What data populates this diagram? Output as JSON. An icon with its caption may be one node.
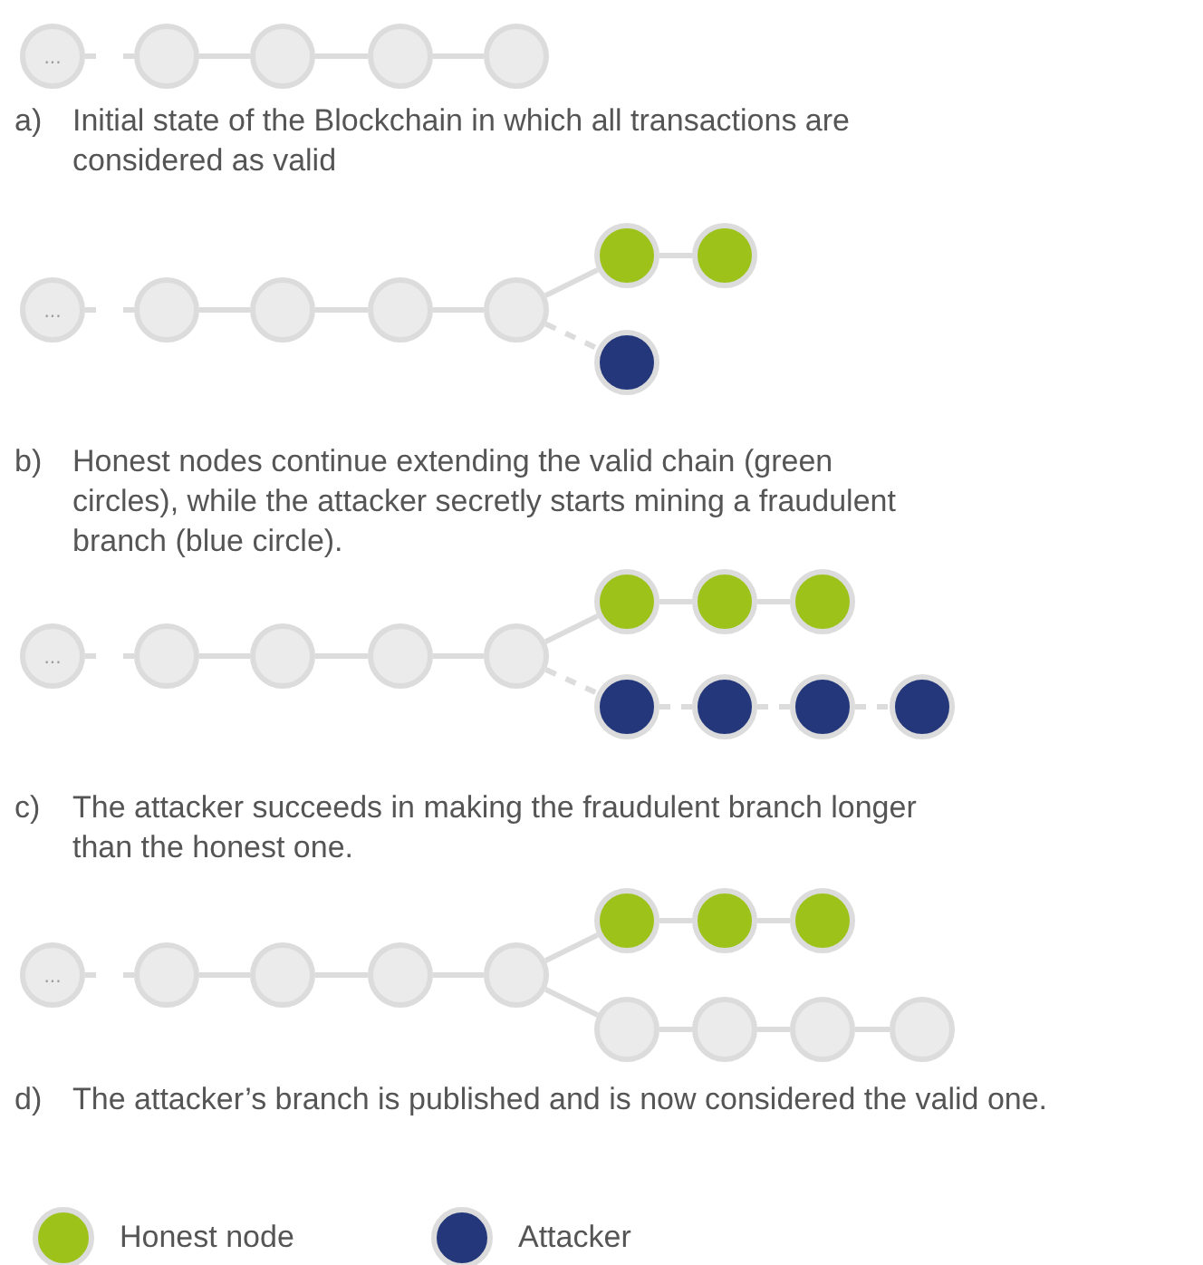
{
  "diagram": {
    "nodes": [
      {
        "text": [
          "..."
        ]
      },
      {
        "text": [],
        "shape": "circle"
      },
      {
        "text": [],
        "shape": "circle"
      },
      {
        "text": [],
        "shape": "circle"
      },
      {
        "text": [],
        "shape": "circle"
      },
      {
        "text": [
          "..."
        ]
      },
      {
        "text": [],
        "shape": "circle"
      },
      {
        "text": [],
        "shape": "circle"
      },
      {
        "text": [],
        "shape": "circle"
      },
      {
        "text": [],
        "shape": "circle"
      },
      {
        "text": [],
        "shape": "circle"
      },
      {
        "text": [],
        "shape": "circle"
      },
      {
        "text": [],
        "shape": "circle"
      },
      {
        "text": [
          "..."
        ]
      },
      {
        "text": [],
        "shape": "circle"
      },
      {
        "text": [],
        "shape": "circle"
      },
      {
        "text": [],
        "shape": "circle"
      },
      {
        "text": [],
        "shape": "circle"
      },
      {
        "text": [],
        "shape": "circle"
      },
      {
        "text": [],
        "shape": "circle"
      },
      {
        "text": [],
        "shape": "circle"
      },
      {
        "text": [],
        "shape": "circle"
      },
      {
        "text": [],
        "shape": "circle"
      },
      {
        "text": [],
        "shape": "circle"
      },
      {
        "text": [],
        "shape": "circle"
      },
      {
        "text": [
          "..."
        ]
      },
      {
        "text": [],
        "shape": "circle"
      },
      {
        "text": [],
        "shape": "circle"
      },
      {
        "text": [],
        "shape": "circle"
      },
      {
        "text": [],
        "shape": "circle"
      },
      {
        "text": [],
        "shape": "circle"
      },
      {
        "text": [],
        "shape": "circle"
      },
      {
        "text": [],
        "shape": "circle"
      },
      {
        "text": [],
        "shape": "circle"
      },
      {
        "text": [],
        "shape": "circle"
      },
      {
        "text": [],
        "shape": "circle"
      },
      {
        "text": [],
        "shape": "circle"
      }
    ],
    "edges": [
      {
        "from": 0,
        "to": null,
        "arrow": "none"
      },
      {
        "from": null,
        "to": 1,
        "arrow": "none"
      },
      {
        "from": 1,
        "to": 2,
        "arrow": "none"
      },
      {
        "from": 2,
        "to": 3,
        "arrow": "none"
      },
      {
        "from": 3,
        "to": 4,
        "arrow": "none"
      },
      {
        "from": 5,
        "to": null,
        "arrow": "none"
      },
      {
        "from": null,
        "to": 6,
        "arrow": "none"
      },
      {
        "from": 6,
        "to": 7,
        "arrow": "none"
      },
      {
        "from": 7,
        "to": 8,
        "arrow": "none"
      },
      {
        "from": 8,
        "to": 9,
        "arrow": "none"
      },
      {
        "from": 9,
        "to": 10,
        "arrow": "none"
      },
      {
        "from": 10,
        "to": 11,
        "arrow": "none"
      },
      {
        "from": 9,
        "to": 12,
        "arrow": "none",
        "style": "dashed"
      },
      {
        "from": 13,
        "to": null,
        "arrow": "none"
      },
      {
        "from": null,
        "to": 14,
        "arrow": "none"
      },
      {
        "from": 14,
        "to": 15,
        "arrow": "none"
      },
      {
        "from": 15,
        "to": 16,
        "arrow": "none"
      },
      {
        "from": 16,
        "to": 17,
        "arrow": "none"
      },
      {
        "from": 17,
        "to": 18,
        "arrow": "none"
      },
      {
        "from": 18,
        "to": 19,
        "arrow": "none"
      },
      {
        "from": 19,
        "to": 20,
        "arrow": "none"
      },
      {
        "from": 17,
        "to": 21,
        "arrow": "none",
        "style": "dashed"
      },
      {
        "from": 21,
        "to": 22,
        "arrow": "none",
        "style": "dashed"
      },
      {
        "from": 22,
        "to": 23,
        "arrow": "none",
        "style": "dashed"
      },
      {
        "from": 23,
        "to": 24,
        "arrow": "none",
        "style": "dashed"
      },
      {
        "from": 25,
        "to": null,
        "arrow": "none"
      },
      {
        "from": null,
        "to": 26,
        "arrow": "none"
      },
      {
        "from": 26,
        "to": 27,
        "arrow": "none"
      },
      {
        "from": 27,
        "to": 28,
        "arrow": "none"
      },
      {
        "from": 28,
        "to": 29,
        "arrow": "none"
      },
      {
        "from": 29,
        "to": 30,
        "arrow": "none"
      },
      {
        "from": 30,
        "to": 31,
        "arrow": "none"
      },
      {
        "from": 31,
        "to": 32,
        "arrow": "none"
      },
      {
        "from": 29,
        "to": 33,
        "arrow": "none"
      },
      {
        "from": 33,
        "to": 34,
        "arrow": "none"
      },
      {
        "from": 34,
        "to": 35,
        "arrow": "none"
      },
      {
        "from": 35,
        "to": 36,
        "arrow": "none"
      }
    ],
    "labels": [
      "a)",
      "Initial state of the Blockchain in which all transactions are considered as valid",
      "b)",
      "Honest nodes continue extending the valid chain (green circles), while the attacker secretly starts mining a fraudulent branch (blue circle).",
      "c)",
      "The attacker succeeds in making the fraudulent branch longer than the honest one.",
      "d)",
      "The attacker’s branch is published and is now considered the valid one."
    ],
    "legend": [
      {
        "text": "Honest node",
        "color": "#9dc31b"
      },
      {
        "text": "Attacker",
        "color": "#23377a"
      }
    ]
  }
}
